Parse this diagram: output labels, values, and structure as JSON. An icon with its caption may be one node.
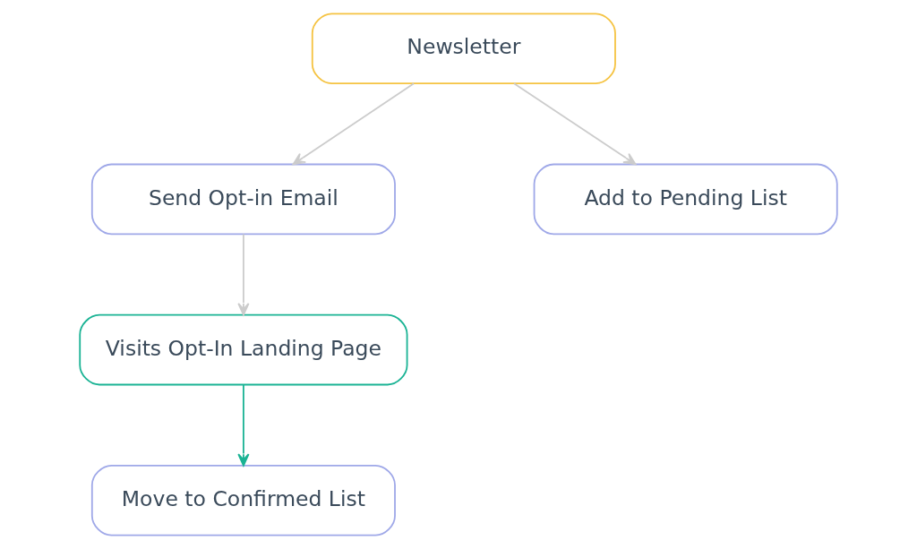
{
  "diagram": {
    "nodes": [
      {
        "text": [
          "Newsletter"
        ]
      },
      {
        "text": [
          "Send Opt-in Email"
        ]
      },
      {
        "text": [
          "Add to Pending List"
        ]
      },
      {
        "text": [
          "Visits Opt-In Landing Page"
        ]
      },
      {
        "text": [
          "Move to Confirmed List"
        ]
      }
    ],
    "edges": [
      {
        "from": 0,
        "to": 1,
        "arrow": "to"
      },
      {
        "from": 0,
        "to": 2,
        "arrow": "to"
      },
      {
        "from": 1,
        "to": 3,
        "arrow": "to"
      },
      {
        "from": 3,
        "to": 4,
        "arrow": "to",
        "color": "#1ab394"
      }
    ]
  }
}
